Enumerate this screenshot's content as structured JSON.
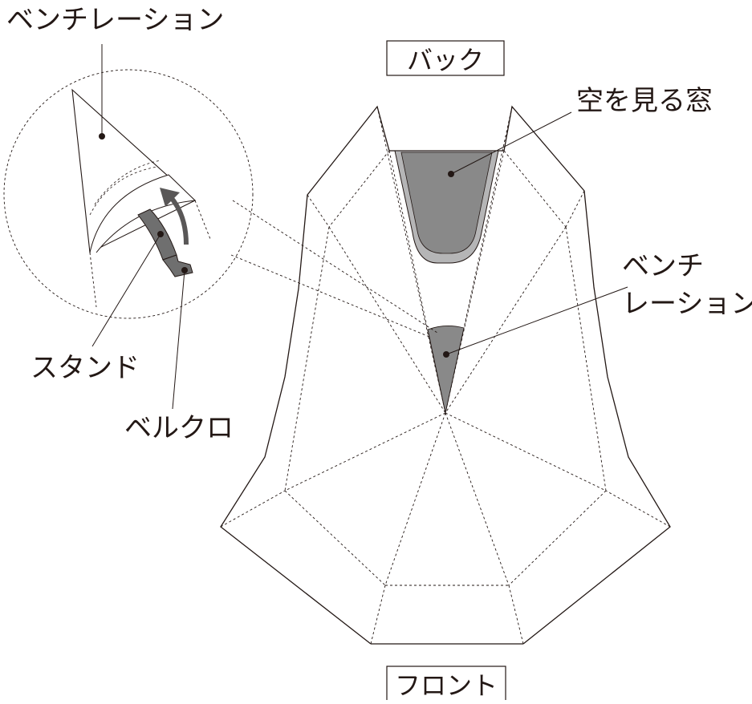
{
  "labels": {
    "back": "バック",
    "front": "フロント",
    "sky_window": "空を見る窓",
    "ventilation_top": "ベンチレーション",
    "ventilation_right_line1": "ベンチ",
    "ventilation_right_line2": "レーション",
    "stand": "スタンド",
    "velcro": "ベルクロ"
  },
  "colors": {
    "line": "#231815",
    "window_outer": "#b5b5b6",
    "window_inner": "#898989",
    "vent_fill": "#898989",
    "stand_fill": "#6f6f6f",
    "arrow": "#595757"
  }
}
